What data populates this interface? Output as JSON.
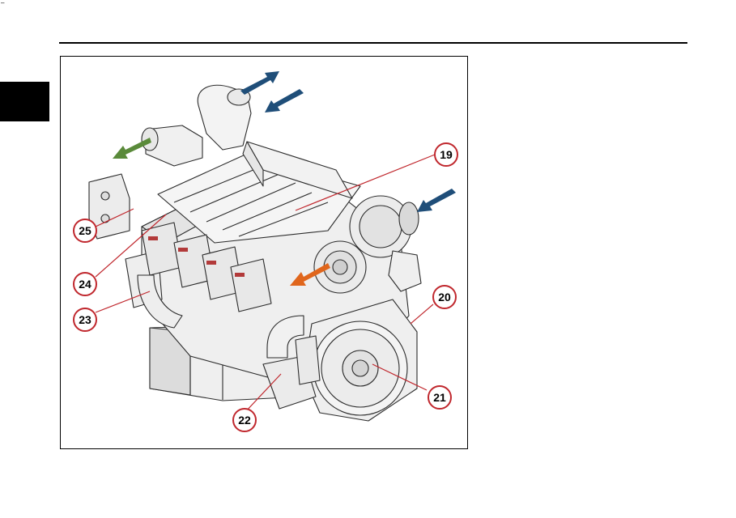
{
  "page": {
    "corner_mark": "–"
  },
  "figure": {
    "callouts": [
      {
        "id": "19",
        "label": "19"
      },
      {
        "id": "20",
        "label": "20"
      },
      {
        "id": "21",
        "label": "21"
      },
      {
        "id": "22",
        "label": "22"
      },
      {
        "id": "23",
        "label": "23"
      },
      {
        "id": "24",
        "label": "24"
      },
      {
        "id": "25",
        "label": "25"
      }
    ],
    "colors": {
      "callout_circle": "#c0272d",
      "leader_line": "#c0272d",
      "arrow_blue": "#1f4e79",
      "arrow_green": "#5a8a3a",
      "arrow_orange": "#e0661c",
      "engine_line": "#2b2b2b",
      "engine_fill": "#efefef",
      "accent_red": "#b23a3a"
    },
    "arrows": [
      {
        "name": "air-outlet-arrow",
        "color": "arrow_blue"
      },
      {
        "name": "air-inlet-arrow",
        "color": "arrow_blue"
      },
      {
        "name": "turbo-inlet-arrow",
        "color": "arrow_blue"
      },
      {
        "name": "coolant-outlet-arrow",
        "color": "arrow_green"
      },
      {
        "name": "exhaust-arrow",
        "color": "arrow_orange"
      }
    ]
  }
}
